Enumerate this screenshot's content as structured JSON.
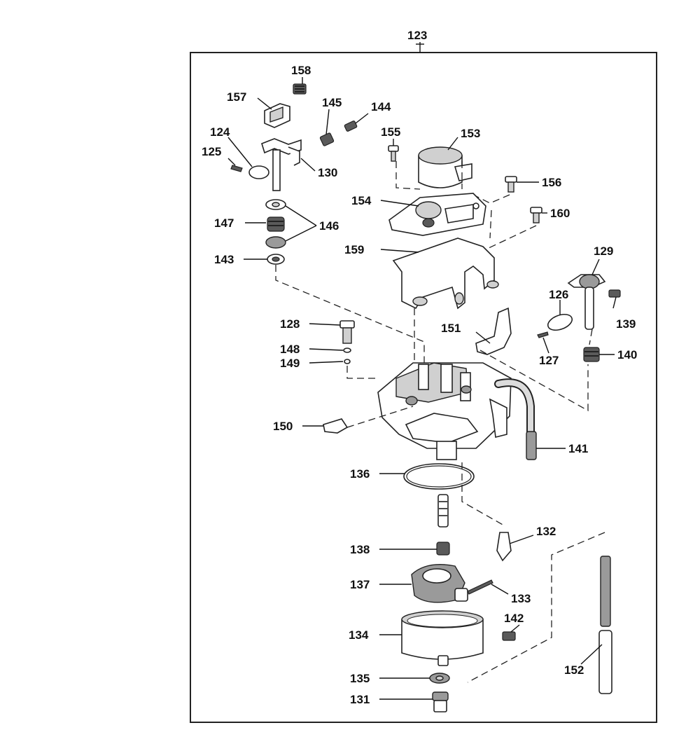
{
  "assembly": {
    "label": "123"
  },
  "callouts": {
    "c124": "124",
    "c125": "125",
    "c126": "126",
    "c127": "127",
    "c128": "128",
    "c129": "129",
    "c130": "130",
    "c131": "131",
    "c132": "132",
    "c133": "133",
    "c134": "134",
    "c135": "135",
    "c136": "136",
    "c137": "137",
    "c138": "138",
    "c139": "139",
    "c140": "140",
    "c141": "141",
    "c142": "142",
    "c143": "143",
    "c144": "144",
    "c145": "145",
    "c146": "146",
    "c147": "147",
    "c148": "148",
    "c149": "149",
    "c150": "150",
    "c151": "151",
    "c152": "152",
    "c153": "153",
    "c154": "154",
    "c155": "155",
    "c156": "156",
    "c157": "157",
    "c158": "158",
    "c159": "159",
    "c160": "160"
  }
}
